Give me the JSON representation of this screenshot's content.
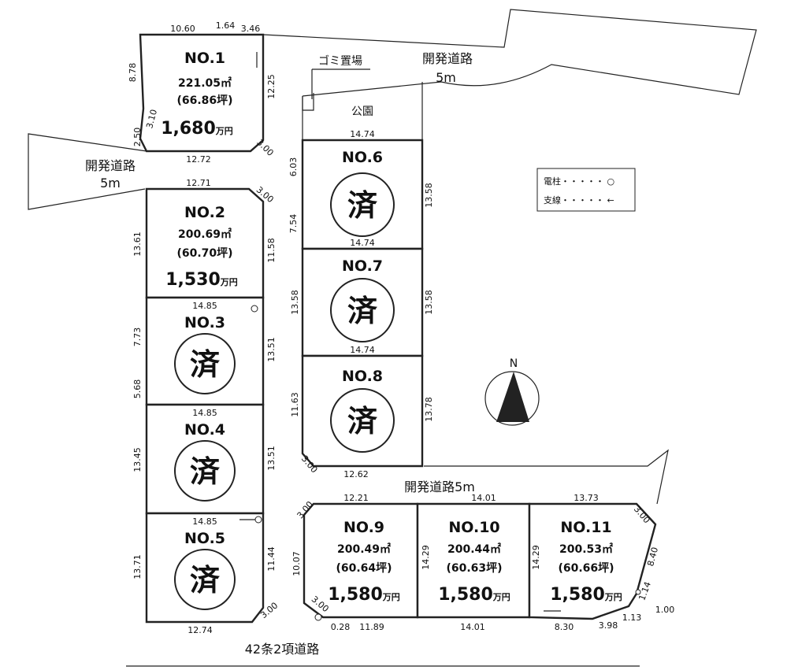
{
  "roads": {
    "road_top": [
      "開発道路",
      "5m"
    ],
    "road_left": [
      "開発道路",
      "5m"
    ],
    "road_middle": "開発道路5m",
    "road_bottom": "42条2項道路"
  },
  "facilities": {
    "garbage": "ゴミ置場",
    "park": "公園"
  },
  "legend": {
    "pole": "電柱・・・・・ ○",
    "stay": "支線・・・・・ ←"
  },
  "compass": {
    "north": "N"
  },
  "sold_mark": "済",
  "lots": [
    {
      "no": "NO.1",
      "area": "221.05㎡",
      "tsubo": "(66.86坪)",
      "price": "1,680",
      "unit": "万円"
    },
    {
      "no": "NO.2",
      "area": "200.69㎡",
      "tsubo": "(60.70坪)",
      "price": "1,530",
      "unit": "万円"
    },
    {
      "no": "NO.3"
    },
    {
      "no": "NO.4"
    },
    {
      "no": "NO.5"
    },
    {
      "no": "NO.6"
    },
    {
      "no": "NO.7"
    },
    {
      "no": "NO.8"
    },
    {
      "no": "NO.9",
      "area": "200.49㎡",
      "tsubo": "(60.64坪)",
      "price": "1,580",
      "unit": "万円"
    },
    {
      "no": "NO.10",
      "area": "200.44㎡",
      "tsubo": "(60.63坪)",
      "price": "1,580",
      "unit": "万円"
    },
    {
      "no": "NO.11",
      "area": "200.53㎡",
      "tsubo": "(60.66坪)",
      "price": "1,580",
      "unit": "万円"
    }
  ],
  "dimensions": {
    "lot1": [
      "10.60",
      "1.64",
      "3.46",
      "8.78",
      "3.10",
      "2.50",
      "12.25",
      "12.72",
      "3.00"
    ],
    "lot2": [
      "12.71",
      "3.00",
      "13.61",
      "11.58"
    ],
    "lot3": [
      "14.85",
      "7.73",
      "5.68",
      "13.51"
    ],
    "lot4": [
      "14.85",
      "13.45",
      "13.51"
    ],
    "lot5": [
      "14.85",
      "13.71",
      "11.44",
      "12.74",
      "3.00"
    ],
    "lot6": [
      "14.74",
      "6.03",
      "7.54",
      "13.58"
    ],
    "lot7": [
      "14.74",
      "13.58",
      "13.58"
    ],
    "lot8": [
      "14.74",
      "11.63",
      "13.78",
      "3.00",
      "12.62"
    ],
    "lot9": [
      "12.21",
      "3.00",
      "10.07",
      "3.00",
      "0.28",
      "11.89"
    ],
    "lot10": [
      "14.01",
      "14.29",
      "14.01"
    ],
    "lot11": [
      "13.73",
      "3.00",
      "8.40",
      "14.29",
      "8.30",
      "3.98",
      "1.13",
      "1.14",
      "1.00"
    ]
  }
}
